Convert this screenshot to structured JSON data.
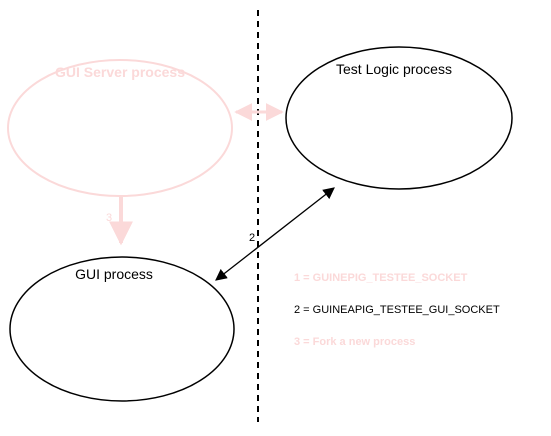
{
  "processes": {
    "gui_server": {
      "label": "GUI Server process"
    },
    "test_logic": {
      "label": "Test Logic process"
    },
    "gui": {
      "label": "GUI process"
    }
  },
  "arrows": {
    "fork_number": "3",
    "gui_socket_number": "2"
  },
  "legend": {
    "item1": "1 = GUINEPIG_TESTEE_SOCKET",
    "item2": "2 = GUINEAPIG_TESTEE_GUI_SOCKET",
    "item3": "3 = Fork a new process"
  },
  "colors": {
    "faded": "#fbd9d9",
    "ink": "#000000"
  }
}
